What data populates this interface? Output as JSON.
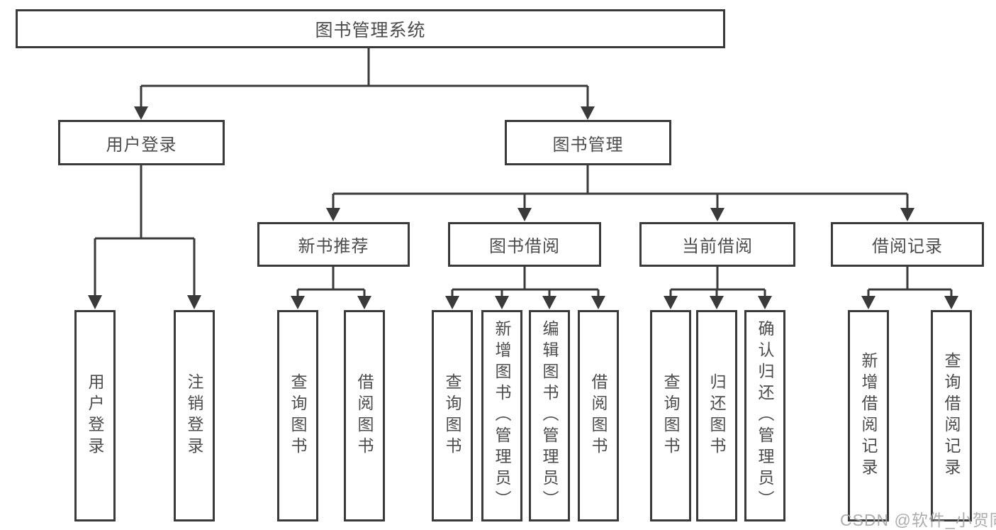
{
  "diagram": {
    "root": {
      "label": "图书管理系统"
    },
    "branches": [
      {
        "label": "用户登录",
        "children": [
          {
            "label": "用户登录"
          },
          {
            "label": "注销登录"
          }
        ]
      },
      {
        "label": "图书管理",
        "children": [
          {
            "label": "新书推荐",
            "children": [
              {
                "label": "查询图书"
              },
              {
                "label": "借阅图书"
              }
            ]
          },
          {
            "label": "图书借阅",
            "children": [
              {
                "label": "查询图书"
              },
              {
                "label": "新增图书（管理员）"
              },
              {
                "label": "编辑图书（管理员）"
              },
              {
                "label": "借阅图书"
              }
            ]
          },
          {
            "label": "当前借阅",
            "children": [
              {
                "label": "查询图书"
              },
              {
                "label": "归还图书"
              },
              {
                "label": "确认归还（管理员）"
              }
            ]
          },
          {
            "label": "借阅记录",
            "children": [
              {
                "label": "新增借阅记录"
              },
              {
                "label": "查询借阅记录"
              }
            ]
          }
        ]
      }
    ]
  },
  "watermark": {
    "text": "CSDN @软件_小贺同学"
  },
  "colors": {
    "line": "#3a3a3a",
    "text": "#4c4c4c",
    "watermark": "#a5a5a5",
    "background": "#ffffff"
  }
}
